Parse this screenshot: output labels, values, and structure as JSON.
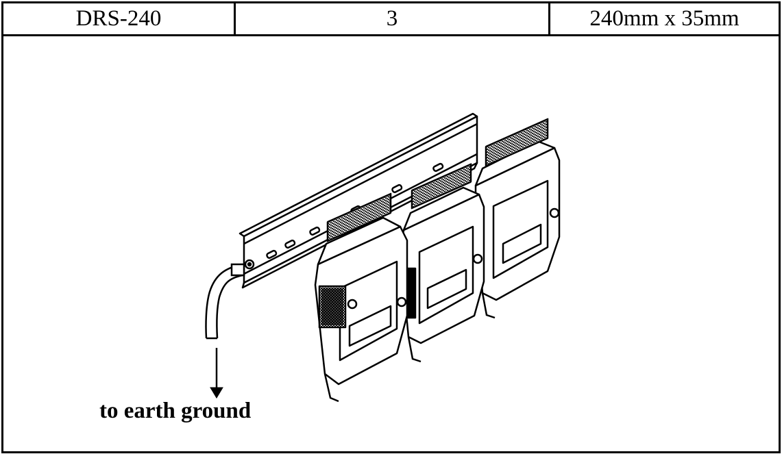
{
  "table": {
    "row": {
      "model": "DRS-240",
      "quantity": "3",
      "size": "240mm x 35mm"
    }
  },
  "figure": {
    "caption": "to earth ground"
  }
}
